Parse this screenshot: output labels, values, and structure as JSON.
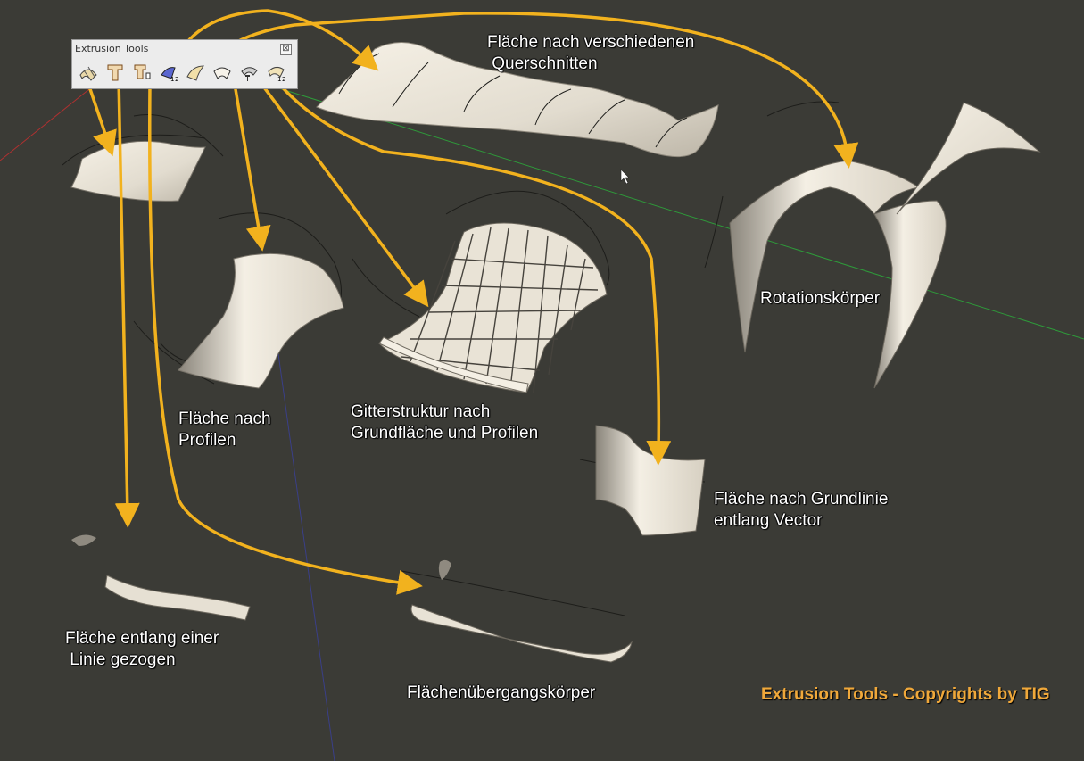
{
  "toolbar": {
    "title": "Extrusion Tools",
    "close_glyph": "⊠",
    "buttons": [
      {
        "icon": "surface-mesh-icon"
      },
      {
        "icon": "extrude-tee-icon"
      },
      {
        "icon": "extrude-tee-path-icon"
      },
      {
        "icon": "surface-12-icon"
      },
      {
        "icon": "surface-curve-icon"
      },
      {
        "icon": "surface-shell-icon"
      },
      {
        "icon": "lattice-tee-icon"
      },
      {
        "icon": "surface-12b-icon"
      }
    ]
  },
  "labels": {
    "querschnitte": "Fläche nach verschiedenen\n Querschnitten",
    "rotation": "Rotationskörper",
    "profilen": "Fläche nach\nProfilen",
    "gitter": "Gitterstruktur nach\nGrundfläche und Profilen",
    "grundlinie": "Fläche nach Grundlinie\nentlang Vector",
    "linie": "Fläche entlang einer\n Linie gezogen",
    "uebergang": "Flächenübergangskörper"
  },
  "copyright": "Extrusion Tools - Copyrights by TIG",
  "colors": {
    "background": "#3b3b36",
    "arrow": "#f2b21e",
    "surface": "#eee8dc",
    "axis_green": "#2e9a3a",
    "axis_red": "#b03030",
    "axis_blue": "#3a3f88"
  }
}
